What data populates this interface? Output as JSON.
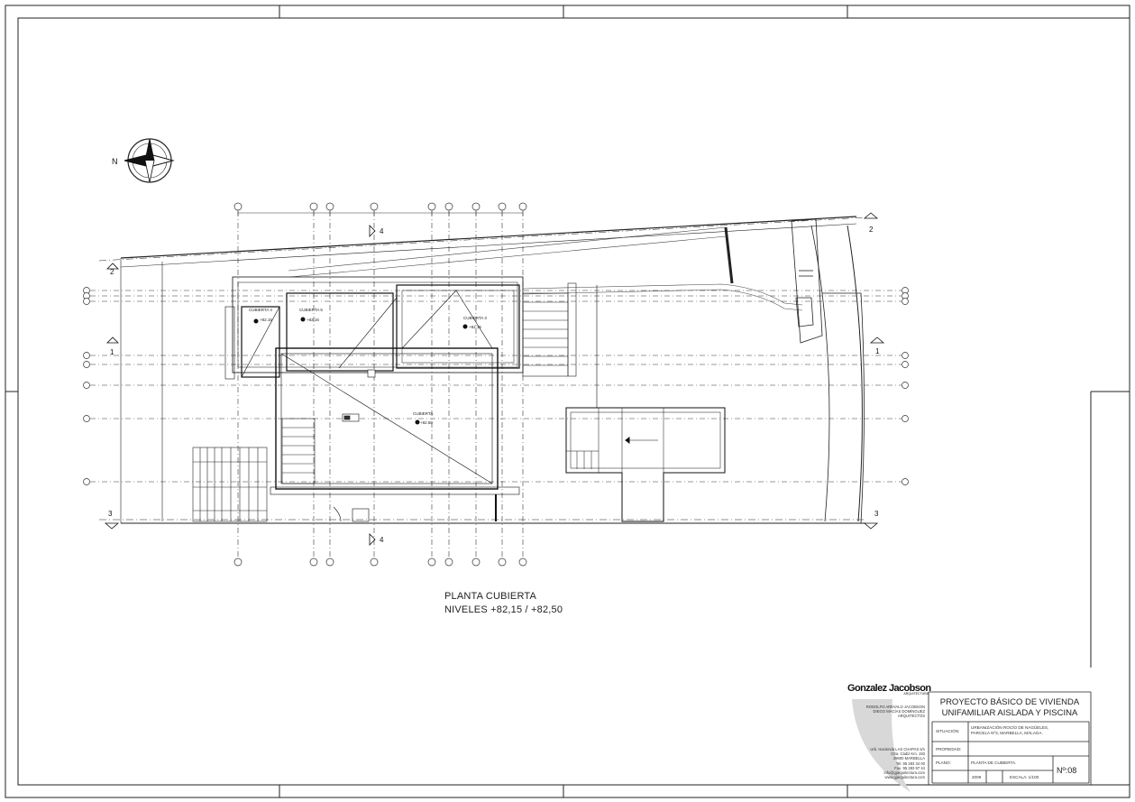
{
  "plan": {
    "title": "PLANTA CUBIERTA",
    "levels": "NIVELES +82,15 / +82,50"
  },
  "compass": {
    "north_label": "N"
  },
  "section_markers": {
    "section_2": "2",
    "section_1": "1",
    "section_3": "3",
    "section_4": "4"
  },
  "roof_labels": {
    "cubierta_4_top": "CUBIERTA 4",
    "cubierta_4_level": "+82.15",
    "cubierta_5": "CUBIERTA 5",
    "cubierta_5_level": "+82.15",
    "cubierta_3": "CUBIERTA 3",
    "cubierta_3_level": "+82.15",
    "cubierta_main": "CUBIERTA",
    "cubierta_main_level": "+82.50"
  },
  "firm": {
    "logo": "Gonzalez Jacobson",
    "logo_sub": "ARQUITECTURA",
    "architects": [
      "RODOLFO ARÉVALO JACOBSON",
      "DIEGO MACÍAS DOMÍNGUEZ",
      "ARQUITECTOS"
    ],
    "address": [
      "Urb. Hacienda LAS CHAPAS s/n",
      "Ctra. Cádiz Km. 193",
      "29600 MARBELLA",
      "Tel. 95 283 34 00",
      "Fax. 95 283 97 44",
      "info@gjarquitectura.com",
      "www.gjarquitectura.com"
    ]
  },
  "title_block": {
    "project_title_line1": "PROYECTO BÁSICO DE VIVIENDA",
    "project_title_line2": "UNIFAMILIAR AISLADA Y PISCINA",
    "situacion_label": "SITUACIÓN:",
    "situacion_value_line1": "URBANIZACIÓN ROCÍO DE NAGÜELES,",
    "situacion_value_line2": "PARCELA Nº3, MARBELLA, MÁLAGA.",
    "propiedad_label": "PROPIEDAD:",
    "plano_label": "PLANO:",
    "plano_value": "PLANTA DE CUBIERTA.",
    "fecha": "2009",
    "escala_label": "ESCALA: 1/100",
    "sheet_number": "Nº:08"
  }
}
